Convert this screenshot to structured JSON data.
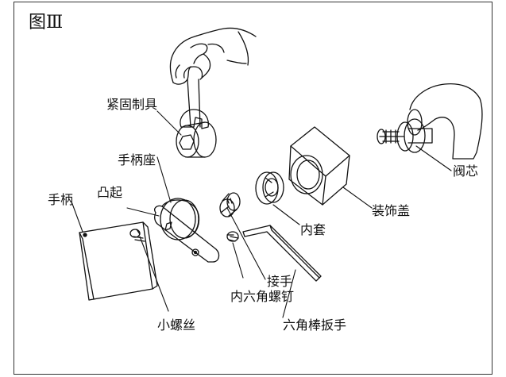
{
  "figure": {
    "title": "图Ⅲ"
  },
  "labels": {
    "tighten_tool": "紧固制具",
    "handle_base": "手柄座",
    "boss": "凸起",
    "handle": "手柄",
    "small_screw": "小螺丝",
    "connector": "接手",
    "hex_screw": "内六角螺钉",
    "hex_wrench": "六角棒扳手",
    "inner_sleeve": "内套",
    "decorative_cover": "装饰盖",
    "valve_core": "阀芯"
  }
}
